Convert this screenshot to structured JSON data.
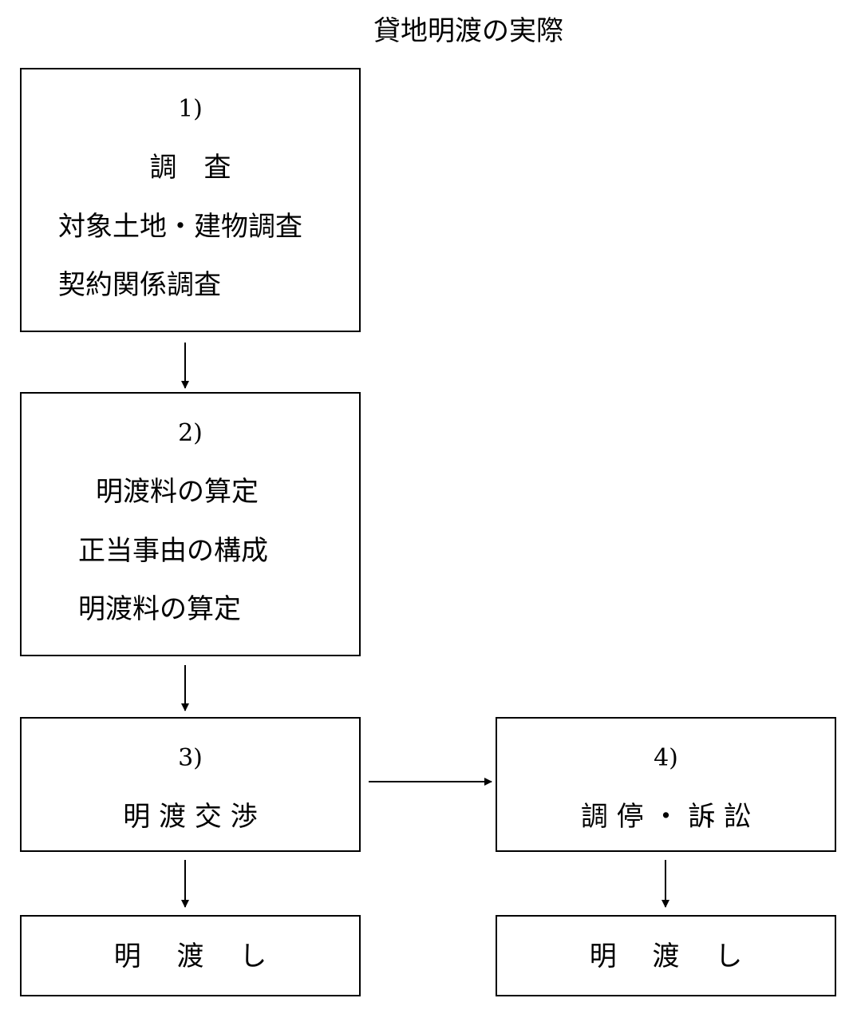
{
  "title": "貸地明渡の実際",
  "steps": [
    {
      "number": "1)",
      "lines": [
        "調　査",
        "対象土地・建物調査",
        "契約関係調査"
      ]
    },
    {
      "number": "2)",
      "lines": [
        "明渡料の算定",
        "正当事由の構成",
        "明渡料の算定"
      ]
    },
    {
      "number": "3)",
      "lines": [
        "明 渡 交 渉"
      ]
    },
    {
      "number": "4)",
      "lines": [
        "調 停 ・ 訴 訟"
      ]
    }
  ],
  "results": [
    {
      "label": "明　 渡　 し"
    },
    {
      "label": "明　 渡　 し"
    }
  ]
}
